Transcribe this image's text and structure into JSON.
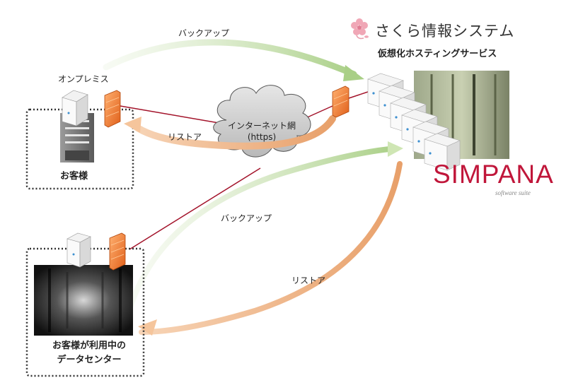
{
  "brand": {
    "company": "さくら情報システム",
    "service": "仮想化ホスティングサービス",
    "logo_icon": "sakura-flower-icon",
    "color": "#e89aaa"
  },
  "product": {
    "name": "SIMPANA",
    "tagline": "software suite",
    "color": "#c0163a"
  },
  "nodes": {
    "on_premise": {
      "title": "オンプレミス",
      "box_label": "お客様"
    },
    "datacenter": {
      "line1": "お客様が利用中の",
      "line2": "データセンター"
    },
    "internet": {
      "line1": "インターネット網",
      "line2": "(https)"
    }
  },
  "flows": {
    "top_backup": "バックアップ",
    "top_restore": "リストア",
    "bottom_backup": "バックアップ",
    "bottom_restore": "リストア"
  },
  "colors": {
    "backup_arrow": "#a9cf86",
    "restore_arrow": "#f2b37f",
    "network_line": "#a3132a",
    "firewall": "#f07a28"
  }
}
